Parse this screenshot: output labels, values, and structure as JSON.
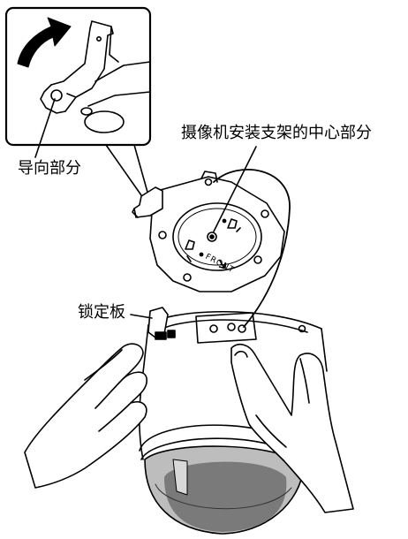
{
  "labels": {
    "guide_part": "导向部分",
    "camera_bracket_center": "摄像机安装支架的中心部分",
    "lock_plate": "锁定板",
    "front_marking": "FRONT"
  },
  "colors": {
    "line": "#000000",
    "paper": "#ffffff",
    "rotation_arrow": "#000000",
    "dome_shade": "#9a9a9a",
    "dome_dark": "#5a5a5a"
  },
  "icons": {
    "rotation_arrow": "curved-arrow-icon",
    "front_arrow": "front-arrow-icon"
  }
}
